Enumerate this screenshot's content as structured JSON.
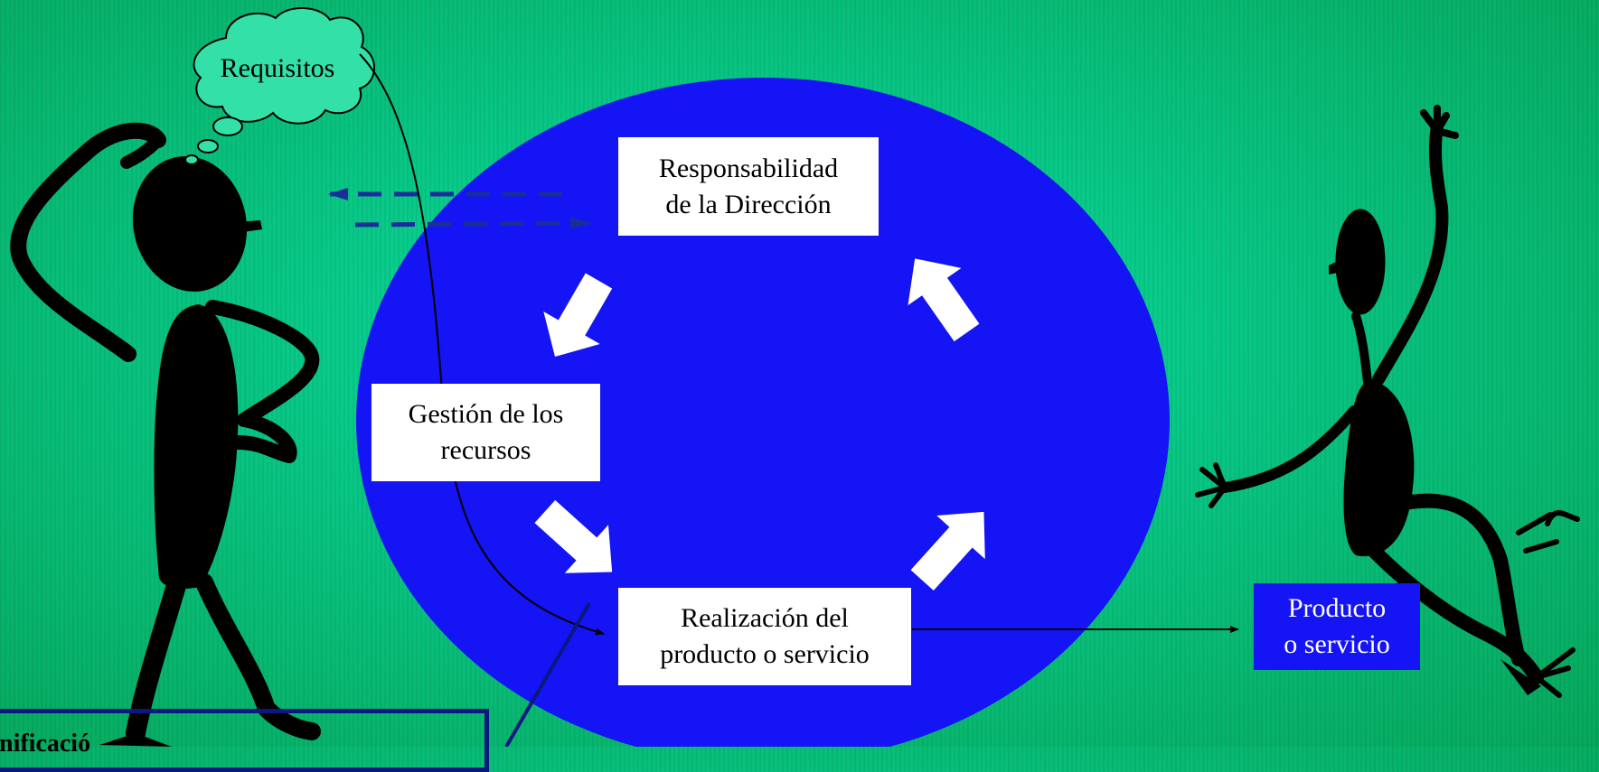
{
  "cloud": {
    "label": "Requisitos"
  },
  "boxes": {
    "responsabilidad": "Responsabilidad\nde la Dirección",
    "gestion": "Gestión de los\nrecursos",
    "realizacion": "Realización del\nproducto o servicio",
    "producto": "Producto\no servicio"
  },
  "planificacion": {
    "label": "nificació"
  },
  "colors": {
    "background": "#08c886",
    "circle": "#1414f4",
    "arrow_fill": "#ffffff",
    "dashed_arrow": "#1a2e9a",
    "figure": "#000000",
    "cloud": "#33e0a8"
  }
}
